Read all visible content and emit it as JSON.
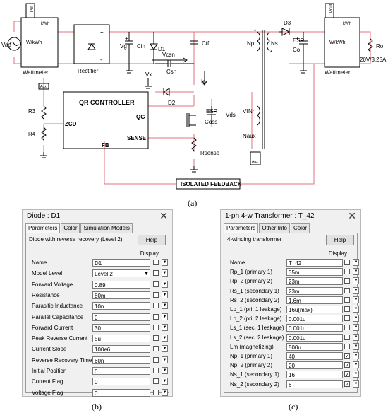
{
  "schematic": {
    "labels": {
      "vac": "Vac",
      "pin": "Pin",
      "pout": "Pout",
      "kwh": "kWh",
      "wkwh": "W/kWh",
      "wattmeter": "Wattmeter",
      "rectifier": "Rectifier",
      "vg": "Vg",
      "cin": "Cin",
      "d1": "D1",
      "ctf": "Ctf",
      "vcsn": "Vcsn",
      "csn": "Csn",
      "np": "Np",
      "ns": "Ns",
      "d3": "D3",
      "esr": "ESR",
      "co": "Co",
      "ro": "Ro",
      "ro_value": "20V/3.25A",
      "aux": "Aux",
      "r3": "R3",
      "r4": "R4",
      "zcd": "ZCD",
      "controller": "QR CONTROLLER",
      "qg": "QG",
      "sense": "SENSE",
      "fb": "FB",
      "vx": "Vx",
      "d2": "D2",
      "ip": "Ip",
      "coss": "Coss",
      "vds": "Vds",
      "rsense": "Rsense",
      "vl": "Vl",
      "nr": "Nr",
      "naux": "Naux",
      "feedback": "ISOLATED FEEDBACK",
      "plus": "+",
      "minus": "-",
      "star": "*"
    }
  },
  "captions": {
    "a": "(a)",
    "b": "(b)",
    "c": "(c)"
  },
  "diode_dialog": {
    "title": "Diode : D1",
    "close": "✕",
    "tabs": [
      "Parameters",
      "Color",
      "Simulation Models"
    ],
    "description": "Diode with reverse recovery (Level 2)",
    "help": "Help",
    "display_header": "Display",
    "rows": [
      {
        "label": "Name",
        "value": "D1",
        "checked": false
      },
      {
        "label": "Model Level",
        "value": "Level 2",
        "checked": false,
        "select": true
      },
      {
        "label": "Forward Voltage",
        "value": "0.89",
        "checked": false
      },
      {
        "label": "Resistance",
        "value": "80m",
        "checked": false
      },
      {
        "label": "Parasitic Inductance",
        "value": "10n",
        "checked": false
      },
      {
        "label": "Parallel Capacitance",
        "value": "0",
        "checked": false
      },
      {
        "label": "Forward Current",
        "value": "30",
        "checked": false
      },
      {
        "label": "Peak Reverse Current",
        "value": "5u",
        "checked": false
      },
      {
        "label": "Current Slope",
        "value": "100e6",
        "checked": false
      },
      {
        "label": "Reverse Recovery Time",
        "value": "60n",
        "checked": false
      },
      {
        "label": "Initial Position",
        "value": "0",
        "checked": false
      },
      {
        "label": "Current Flag",
        "value": "0",
        "checked": false
      },
      {
        "label": "Voltage Flag",
        "value": "0",
        "checked": false
      }
    ]
  },
  "transformer_dialog": {
    "title": "1-ph 4-w Transformer : T_42",
    "close": "✕",
    "tabs": [
      "Parameters",
      "Other Info",
      "Color"
    ],
    "description": "4-winding transformer",
    "help": "Help",
    "display_header": "Display",
    "rows": [
      {
        "label": "Name",
        "value": "T_42",
        "checked": false
      },
      {
        "label": "Rp_1 (primary 1)",
        "value": "35m",
        "checked": false
      },
      {
        "label": "Rp_2 (primary 2)",
        "value": "23m",
        "checked": false
      },
      {
        "label": "Rs_1 (secondary 1)",
        "value": "23m",
        "checked": false
      },
      {
        "label": "Rs_2 (secondary 2)",
        "value": "1.6m",
        "checked": false
      },
      {
        "label": "Lp_1 (pri. 1 leakage)",
        "value": "16u(max)",
        "checked": false
      },
      {
        "label": "Lp_2 (pri. 2 leakage)",
        "value": "0.001u",
        "checked": false
      },
      {
        "label": "Ls_1 (sec. 1 leakage)",
        "value": "0.001u",
        "checked": false
      },
      {
        "label": "Ls_2 (sec. 2 leakage)",
        "value": "0.001u",
        "checked": false
      },
      {
        "label": "Lm (magnetizing)",
        "value": "500u",
        "checked": false
      },
      {
        "label": "Np_1 (primary 1)",
        "value": "40",
        "checked": true
      },
      {
        "label": "Np_2 (primary 2)",
        "value": "20",
        "checked": true
      },
      {
        "label": "Ns_1 (secondary 1)",
        "value": "16",
        "checked": true
      },
      {
        "label": "Ns_2 (secondary 2)",
        "value": "6",
        "checked": true
      }
    ]
  }
}
